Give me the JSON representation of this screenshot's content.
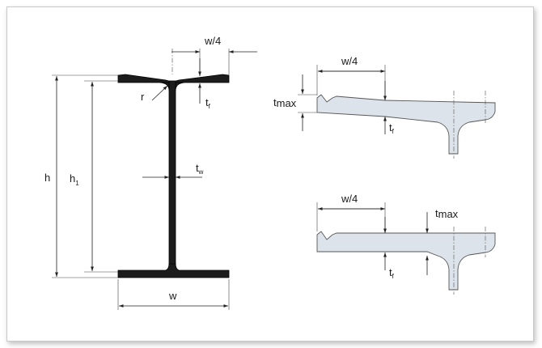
{
  "labels": {
    "w_quarter_top": "w/4",
    "t_f_top": "t",
    "t_f_top_sub": "f",
    "r": "r",
    "h": "h",
    "h1": "h",
    "h1_sub": "1",
    "t_w": "t",
    "t_w_sub": "w",
    "w": "w",
    "detail1_w_quarter": "w/4",
    "detail1_tmax": "t",
    "detail1_tmax_sub": "max",
    "detail1_t_f": "t",
    "detail1_t_f_sub": "f",
    "detail2_w_quarter": "w/4",
    "detail2_tmax": "t",
    "detail2_tmax_sub": "max",
    "detail2_t_f": "t",
    "detail2_t_f_sub": "f"
  },
  "colors": {
    "steel": "#1c1c1c",
    "detail_fill": "#dde3ea",
    "frame_border": "#c9c9c9"
  }
}
